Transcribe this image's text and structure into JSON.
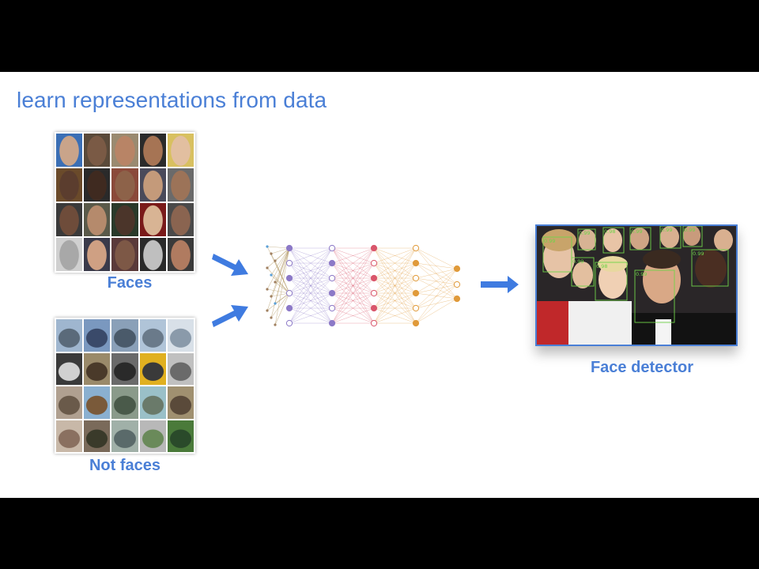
{
  "slide": {
    "title": "learn representations from data",
    "faces_caption": "Faces",
    "not_faces_caption": "Not faces",
    "detector_caption": "Face detector"
  },
  "colors": {
    "accent": "#4a7fd6",
    "detection_box": "#6fd34a",
    "net_layer_1": "#8c79c7",
    "net_layer_2": "#8c79c7",
    "net_layer_3": "#d9566b",
    "net_layer_4": "#e09a3a",
    "net_layer_5": "#e09a3a"
  },
  "detections": [
    {
      "score": "0.99"
    },
    {
      "score": "0.99"
    },
    {
      "score": "0.98"
    },
    {
      "score": "0.99"
    },
    {
      "score": "0.99"
    },
    {
      "score": "0.99"
    },
    {
      "score": "0.99"
    },
    {
      "score": "0.98"
    },
    {
      "score": "0.99"
    },
    {
      "score": "0.99"
    }
  ]
}
